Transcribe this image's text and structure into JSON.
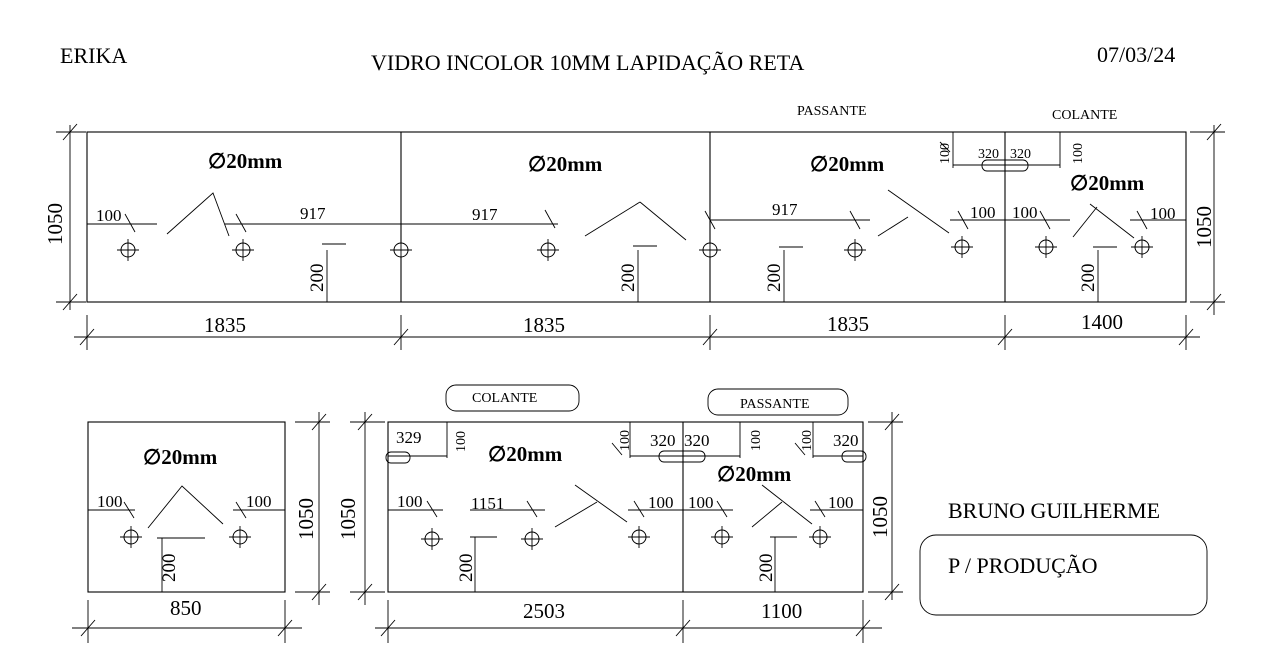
{
  "header": {
    "client": "ERIKA",
    "title": "VIDRO INCOLOR 10MM LAPIDAÇÃO RETA",
    "date": "07/03/24"
  },
  "footer": {
    "author": "BRUNO GUILHERME",
    "purpose": "P / PRODUÇÃO"
  },
  "tags": {
    "passante": "PASSANTE",
    "colante": "COLANTE"
  },
  "labels": {
    "hole_dia": "∅20mm",
    "d100": "100",
    "d917": "917",
    "d200": "200",
    "d320": "320",
    "d329": "329",
    "d1151": "1151",
    "height": "1050",
    "w1835": "1835",
    "w1400": "1400",
    "w850": "850",
    "w2503": "2503",
    "w1100": "1100"
  }
}
